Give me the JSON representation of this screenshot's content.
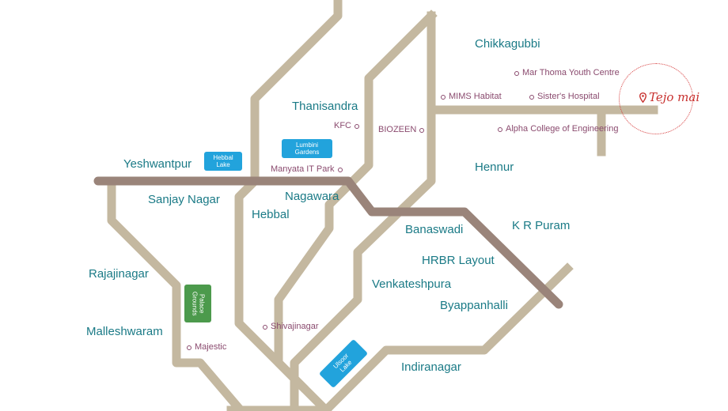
{
  "areas": {
    "chikkagubbi": "Chikkagubbi",
    "thanisandra": "Thanisandra",
    "yeshwantpur": "Yeshwantpur",
    "sanjay_nagar": "Sanjay Nagar",
    "nagawara": "Nagawara",
    "hebbal": "Hebbal",
    "hennur": "Hennur",
    "kr_puram": "K R Puram",
    "banaswadi": "Banaswadi",
    "hrbr_layout": "HRBR Layout",
    "rajajinagar": "Rajajinagar",
    "venkateshpura": "Venkateshpura",
    "byappanhalli": "Byappanhalli",
    "malleshwaram": "Malleshwaram",
    "indiranagar": "Indiranagar"
  },
  "landmarks": {
    "mar_thoma": "Mar Thoma Youth Centre",
    "mims_habitat": "MIMS Habitat",
    "sisters_hospital": "Sister's Hospital",
    "kfc": "KFC",
    "biozeen": "BIOZEEN",
    "alpha_college": "Alpha College of Engineering",
    "manyata": "Manyata IT Park",
    "shivajinagar": "Shivajinagar",
    "majestic": "Majestic"
  },
  "parks": {
    "hebbal_lake": [
      "Hebbal",
      "Lake"
    ],
    "lumbini": [
      "Lumbini",
      "Gardens"
    ],
    "palace": [
      "Palace",
      "Grounds"
    ],
    "ulsoor": [
      "Ulsoor",
      "Lake"
    ]
  },
  "destination": {
    "label": "Tejo mai",
    "icon": "location-pin-icon"
  },
  "colors": {
    "road": "#c4b8a0",
    "metro": "#9a847a",
    "area_text": "#1a7a86",
    "landmark": "#8a4a6e",
    "water": "#22a3dc",
    "park": "#4c9a4c",
    "destination": "#d63b3b"
  }
}
